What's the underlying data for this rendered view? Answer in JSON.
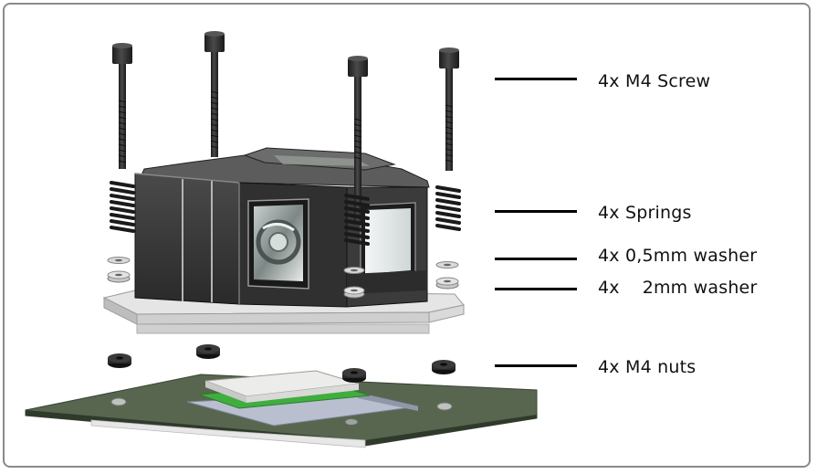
{
  "parts": [
    {
      "id": "screw",
      "label": "4x M4 Screw"
    },
    {
      "id": "springs",
      "label": "4x Springs"
    },
    {
      "id": "washer05",
      "label": "4x 0,5mm washer"
    },
    {
      "id": "washer2",
      "label": "4x    2mm washer"
    },
    {
      "id": "nuts",
      "label": "4x M4 nuts"
    }
  ],
  "colors": {
    "housing": "#3a3a3a",
    "base_plate": "#d8d8d8",
    "pcb": "#5d6b58",
    "chip_green": "#3fae3f",
    "spring": "#222222",
    "leader": "#000000"
  }
}
